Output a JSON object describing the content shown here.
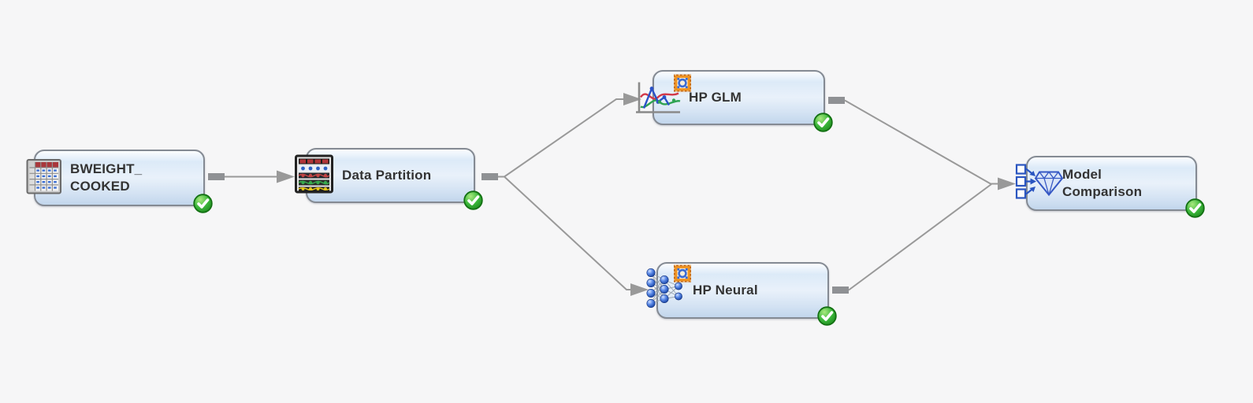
{
  "diagram": {
    "name": "process-flow-diagram",
    "nodes": [
      {
        "id": "bweight-cooked",
        "label_line1": "BWEIGHT_",
        "label_line2": "COOKED",
        "icon": "data-source-table-icon",
        "status": "success"
      },
      {
        "id": "data-partition",
        "label_line1": "Data Partition",
        "label_line2": "",
        "icon": "data-partition-icon",
        "status": "success"
      },
      {
        "id": "hp-glm",
        "label_line1": "HP GLM",
        "label_line2": "",
        "icon": "hp-glm-chart-icon",
        "status": "success"
      },
      {
        "id": "hp-neural",
        "label_line1": "HP Neural",
        "label_line2": "",
        "icon": "hp-neural-network-icon",
        "status": "success"
      },
      {
        "id": "model-comparison",
        "label_line1": "Model",
        "label_line2": "Comparison",
        "icon": "model-comparison-gem-icon",
        "status": "success"
      }
    ],
    "connections": [
      {
        "from": "BWEIGHT_COOKED",
        "to": "Data Partition"
      },
      {
        "from": "Data Partition",
        "to": "HP GLM"
      },
      {
        "from": "Data Partition",
        "to": "HP Neural"
      },
      {
        "from": "HP GLM",
        "to": "Model Comparison"
      },
      {
        "from": "HP Neural",
        "to": "Model Comparison"
      }
    ]
  },
  "colors": {
    "canvas_bg": "#f6f6f7",
    "node_border": "#848a93",
    "node_grad_1": "#fbfdff",
    "node_grad_2": "#dceaf8",
    "node_grad_3": "#e9f1fa",
    "node_grad_4": "#d3e2f3",
    "node_grad_5": "#c2d6ec",
    "node_text": "#333333",
    "connector": "#999999",
    "stub": "#8f9194",
    "status_success_green": "#2fae3a",
    "hp_badge_orange": "#f0931f",
    "icon_blue": "#3a6bd4"
  }
}
